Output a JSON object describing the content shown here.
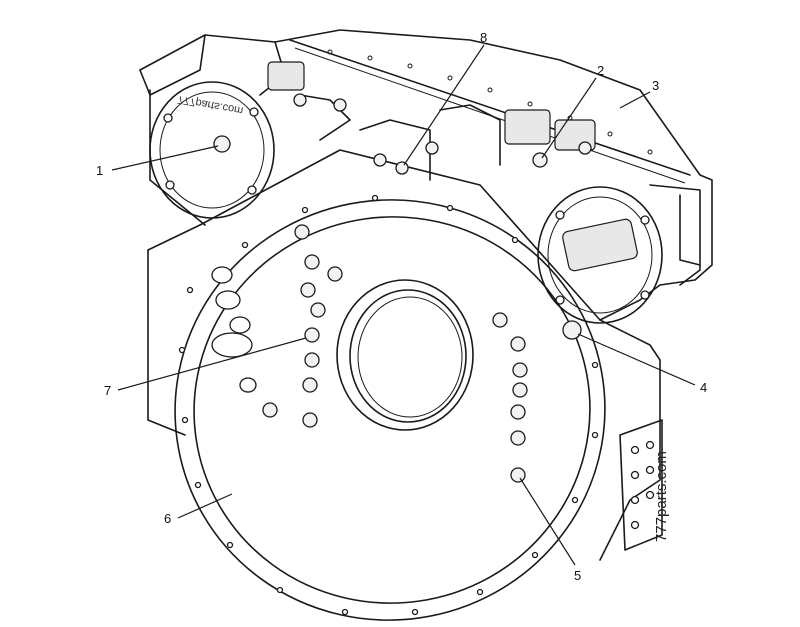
{
  "callouts": [
    {
      "label": "1"
    },
    {
      "label": "2"
    },
    {
      "label": "3"
    },
    {
      "label": "4"
    },
    {
      "label": "5"
    },
    {
      "label": "6"
    },
    {
      "label": "7"
    },
    {
      "label": "8"
    }
  ],
  "watermark": "777parts.com",
  "mirrored_watermark": "777parts.com"
}
